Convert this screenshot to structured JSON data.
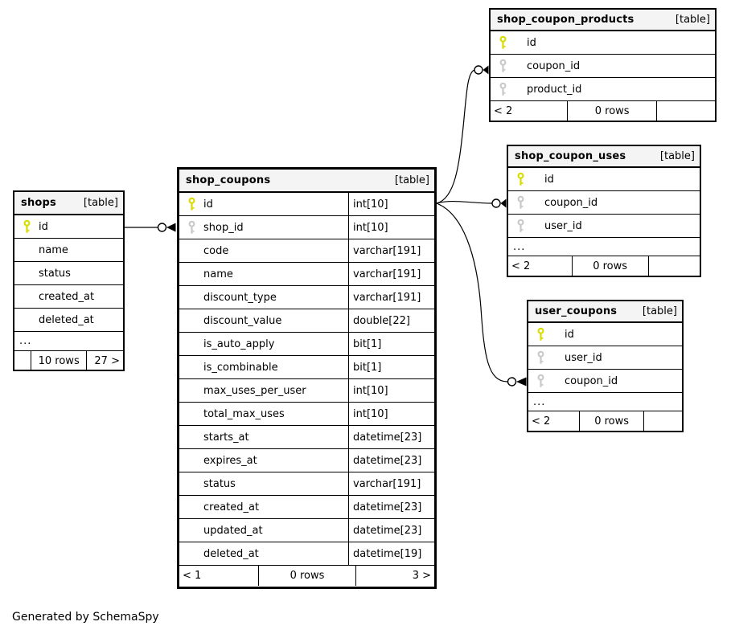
{
  "footer_note": "Generated by SchemaSpy",
  "colors": {
    "primary_key": "#d8dd00",
    "foreign_key": "#c9c9c9",
    "header_bg": "#f4f4f4",
    "border": "#000000"
  },
  "tables": {
    "shops": {
      "name": "shops",
      "tag": "[table]",
      "columns": [
        {
          "name": "id",
          "key": "primary"
        },
        {
          "name": "name"
        },
        {
          "name": "status"
        },
        {
          "name": "created_at"
        },
        {
          "name": "deleted_at"
        }
      ],
      "ellipsis": "...",
      "footer": {
        "left": "",
        "center": "10 rows",
        "right": "27 >"
      }
    },
    "shop_coupons": {
      "name": "shop_coupons",
      "tag": "[table]",
      "columns": [
        {
          "name": "id",
          "key": "primary",
          "type": "int[10]"
        },
        {
          "name": "shop_id",
          "key": "foreign",
          "type": "int[10]"
        },
        {
          "name": "code",
          "type": "varchar[191]"
        },
        {
          "name": "name",
          "type": "varchar[191]"
        },
        {
          "name": "discount_type",
          "type": "varchar[191]"
        },
        {
          "name": "discount_value",
          "type": "double[22]"
        },
        {
          "name": "is_auto_apply",
          "type": "bit[1]"
        },
        {
          "name": "is_combinable",
          "type": "bit[1]"
        },
        {
          "name": "max_uses_per_user",
          "type": "int[10]"
        },
        {
          "name": "total_max_uses",
          "type": "int[10]"
        },
        {
          "name": "starts_at",
          "type": "datetime[23]"
        },
        {
          "name": "expires_at",
          "type": "datetime[23]"
        },
        {
          "name": "status",
          "type": "varchar[191]"
        },
        {
          "name": "created_at",
          "type": "datetime[23]"
        },
        {
          "name": "updated_at",
          "type": "datetime[23]"
        },
        {
          "name": "deleted_at",
          "type": "datetime[19]"
        }
      ],
      "footer": {
        "left": "< 1",
        "center": "0 rows",
        "right": "3 >"
      }
    },
    "shop_coupon_products": {
      "name": "shop_coupon_products",
      "tag": "[table]",
      "columns": [
        {
          "name": "id",
          "key": "primary"
        },
        {
          "name": "coupon_id",
          "key": "foreign"
        },
        {
          "name": "product_id",
          "key": "foreign"
        }
      ],
      "footer": {
        "left": "< 2",
        "center": "0 rows",
        "right": ""
      }
    },
    "shop_coupon_uses": {
      "name": "shop_coupon_uses",
      "tag": "[table]",
      "columns": [
        {
          "name": "id",
          "key": "primary"
        },
        {
          "name": "coupon_id",
          "key": "foreign"
        },
        {
          "name": "user_id",
          "key": "foreign"
        }
      ],
      "ellipsis": "...",
      "footer": {
        "left": "< 2",
        "center": "0 rows",
        "right": ""
      }
    },
    "user_coupons": {
      "name": "user_coupons",
      "tag": "[table]",
      "columns": [
        {
          "name": "id",
          "key": "primary"
        },
        {
          "name": "user_id",
          "key": "foreign"
        },
        {
          "name": "coupon_id",
          "key": "foreign"
        }
      ],
      "ellipsis": "...",
      "footer": {
        "left": "< 2",
        "center": "0 rows",
        "right": ""
      }
    }
  },
  "relationships": [
    {
      "from": "shops.id",
      "to": "shop_coupons.shop_id"
    },
    {
      "from": "shop_coupons.id",
      "to": "shop_coupon_products.coupon_id"
    },
    {
      "from": "shop_coupons.id",
      "to": "shop_coupon_uses.coupon_id"
    },
    {
      "from": "shop_coupons.id",
      "to": "user_coupons.coupon_id"
    }
  ]
}
